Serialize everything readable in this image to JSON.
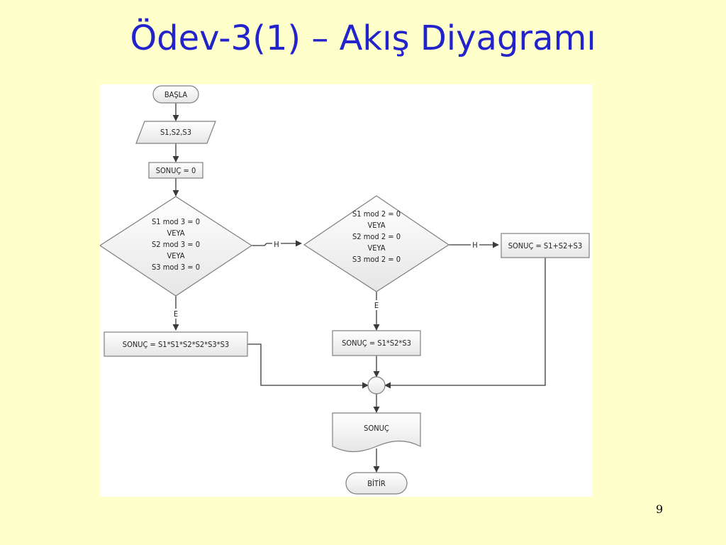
{
  "slide": {
    "title": "Ödev-3(1) – Akış Diyagramı",
    "page_number": "9"
  },
  "flowchart": {
    "start": "BAŞLA",
    "input": "S1,S2,S3",
    "init": "SONUÇ = 0",
    "decision1": {
      "lines": [
        "S1 mod 3 = 0",
        "VEYA",
        "S2 mod 3 = 0",
        "VEYA",
        "S3 mod 3 = 0"
      ],
      "yes_label": "E",
      "no_label": "H"
    },
    "decision2": {
      "lines": [
        "S1 mod 2 = 0",
        "VEYA",
        "S2 mod 2 = 0",
        "VEYA",
        "S3 mod 2 = 0"
      ],
      "yes_label": "E",
      "no_label": "H"
    },
    "process_yes1": "SONUÇ = S1*S1*S2*S2*S3*S3",
    "process_yes2": "SONUÇ = S1*S2*S3",
    "process_no2": "SONUÇ = S1+S2+S3",
    "output": "SONUÇ",
    "end": "BİTİR"
  }
}
